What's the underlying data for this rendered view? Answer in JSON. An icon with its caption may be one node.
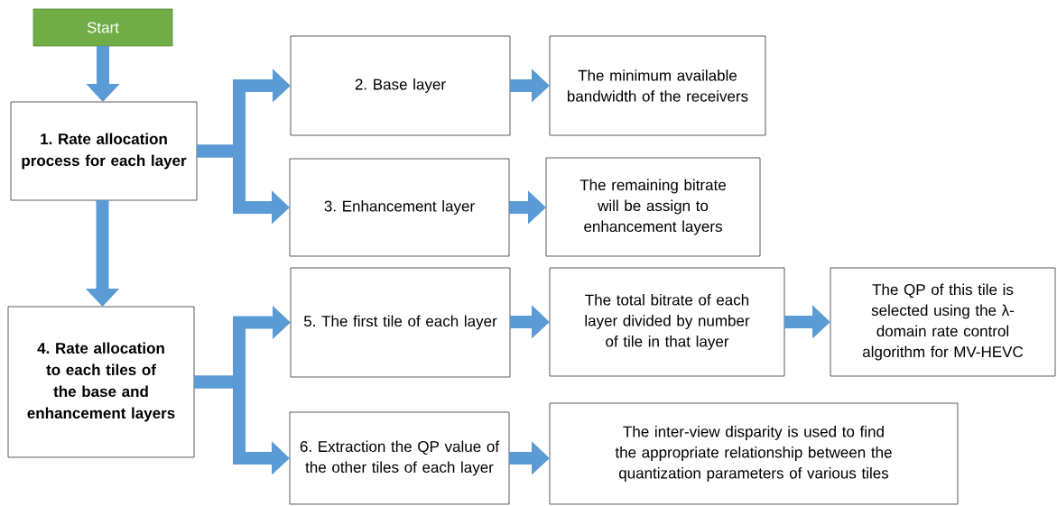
{
  "diagram": {
    "nodes": [
      {
        "text": [
          "Start"
        ]
      },
      {
        "text": [
          "1. Rate allocation process for each layer"
        ]
      },
      {
        "text": [
          "2. Base layer"
        ]
      },
      {
        "text": [
          "3. Enhancement layer"
        ]
      },
      {
        "text": [
          "The minimum available bandwidth of the receivers"
        ]
      },
      {
        "text": [
          "The remaining bitrate will be assign to enhancement layers"
        ]
      },
      {
        "text": [
          "4. Rate allocation to each tiles of the base and enhancement layers"
        ]
      },
      {
        "text": [
          "5. The first tile of each layer"
        ]
      },
      {
        "text": [
          "The total bitrate of each layer divided by number of tile in that layer"
        ]
      },
      {
        "text": [
          "The QP of this tile is selected using the λ-domain rate control algorithm for MV-HEVC"
        ]
      },
      {
        "text": [
          "6. Extraction the QP value of the other tiles of each layer"
        ]
      },
      {
        "text": [
          "The inter-view disparity is used to find the appropriate relationship between the quantization parameters of various tiles"
        ]
      }
    ],
    "edges": [
      {
        "from": 0,
        "to": 1,
        "arrow": "to"
      },
      {
        "from": 1,
        "to": 2,
        "arrow": "to"
      },
      {
        "from": 1,
        "to": 3,
        "arrow": "to"
      },
      {
        "from": 1,
        "to": 6,
        "arrow": "to"
      },
      {
        "from": 2,
        "to": 4,
        "arrow": "to"
      },
      {
        "from": 3,
        "to": 5,
        "arrow": "to"
      },
      {
        "from": 6,
        "to": 7,
        "arrow": "to"
      },
      {
        "from": 6,
        "to": 10,
        "arrow": "to"
      },
      {
        "from": 7,
        "to": 8,
        "arrow": "to"
      },
      {
        "from": 8,
        "to": 9,
        "arrow": "to"
      },
      {
        "from": 10,
        "to": 11,
        "arrow": "to"
      }
    ]
  }
}
